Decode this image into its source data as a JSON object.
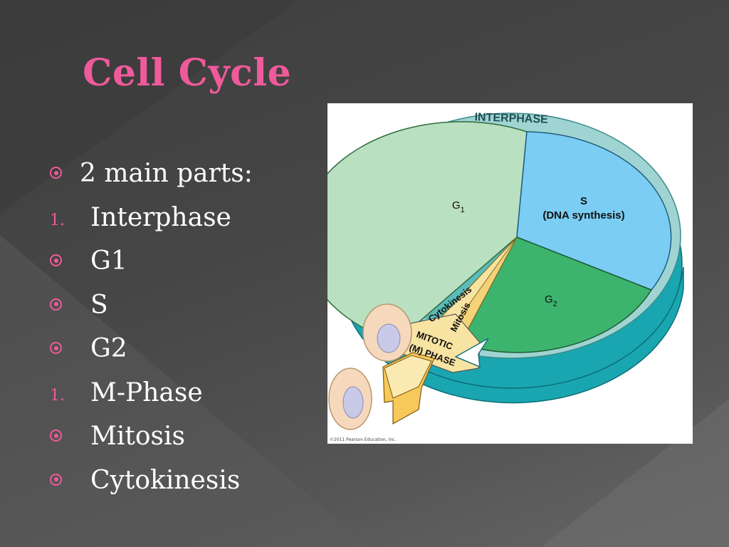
{
  "title": "Cell Cycle",
  "bullets": [
    {
      "marker": "ring",
      "text": "2 main parts:"
    },
    {
      "marker": "1.",
      "text": "Interphase"
    },
    {
      "marker": "ring",
      "text": "G1"
    },
    {
      "marker": "ring",
      "text": "S"
    },
    {
      "marker": "ring",
      "text": "G2"
    },
    {
      "marker": "1.",
      "text": "M-Phase"
    },
    {
      "marker": "ring",
      "text": "Mitosis"
    },
    {
      "marker": "ring",
      "text": "Cytokinesis"
    }
  ],
  "diagram": {
    "ring_label": "INTERPHASE",
    "g1_main": "G",
    "g1_sub": "1",
    "s_label": "S",
    "s_sub_label": "(DNA synthesis)",
    "g2_main": "G",
    "g2_sub": "2",
    "cytokinesis_label": "Cytokinesis",
    "mitosis_label": "Mitosis",
    "mitotic_label_1": "MITOTIC",
    "mitotic_label_2": "(M) PHASE",
    "credit": "©2011 Pearson Education, Inc."
  },
  "colors": {
    "title": "#ef5a9b",
    "bullet_marker": "#ef5a9b",
    "text": "#ffffff",
    "ring_top": "#9fd4d2",
    "ring_side": "#1aa6b0",
    "g1": "#b9e0c0",
    "s": "#7ccdf4",
    "g2": "#3db46d",
    "m_phase": "#f8e4a2"
  }
}
